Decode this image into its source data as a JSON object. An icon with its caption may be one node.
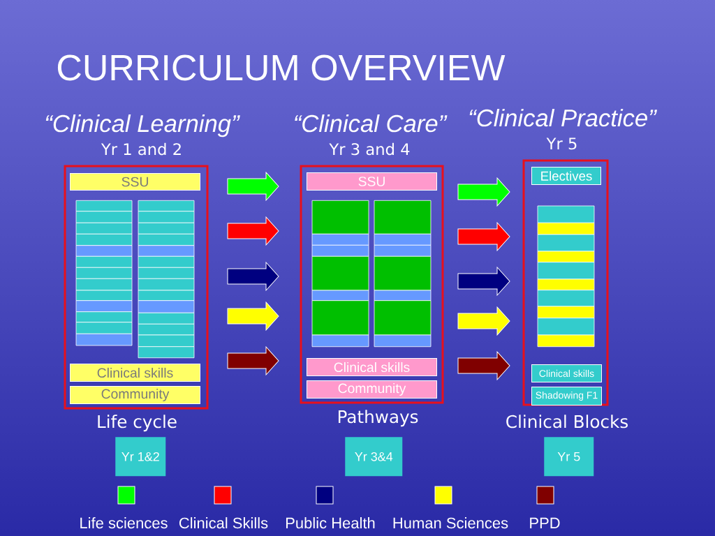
{
  "diagram": {
    "title": "CURRICULUM OVERVIEW",
    "nodes": [
      {
        "text": [
          "“Clinical Learning”",
          "Yr 1 and 2"
        ]
      },
      {
        "text": [
          "SSU"
        ],
        "in": 0
      },
      {
        "text": [
          "Clinical skills"
        ],
        "in": 0
      },
      {
        "text": [
          "Community"
        ],
        "in": 0
      },
      {
        "text": [
          "“Clinical Care”",
          "Yr 3 and 4"
        ]
      },
      {
        "text": [
          "SSU"
        ],
        "in": 4
      },
      {
        "text": [
          "Clinical skills"
        ],
        "in": 4
      },
      {
        "text": [
          "Community"
        ],
        "in": 4
      },
      {
        "text": [
          "“Clinical Practice”",
          "Yr 5"
        ]
      },
      {
        "text": [
          "Electives"
        ],
        "in": 8
      },
      {
        "text": [
          "Clinical skills"
        ],
        "in": 8
      },
      {
        "text": [
          "Shadowing F1"
        ],
        "in": 8
      },
      {
        "text": [
          "Yr 1&2"
        ]
      },
      {
        "text": [
          "Yr 3&4"
        ]
      },
      {
        "text": [
          "Yr 5"
        ]
      }
    ],
    "edges": [
      {
        "from": 0,
        "to": 4,
        "arrow": "to",
        "color": "#00ff00"
      },
      {
        "from": 0,
        "to": 4,
        "arrow": "to",
        "color": "#ff0000"
      },
      {
        "from": 0,
        "to": 4,
        "arrow": "to",
        "color": "#000080"
      },
      {
        "from": 0,
        "to": 4,
        "arrow": "to",
        "color": "#ffff00"
      },
      {
        "from": 0,
        "to": 4,
        "arrow": "to",
        "color": "#800000"
      },
      {
        "from": 4,
        "to": 8,
        "arrow": "to",
        "color": "#00ff00"
      },
      {
        "from": 4,
        "to": 8,
        "arrow": "to",
        "color": "#ff0000"
      },
      {
        "from": 4,
        "to": 8,
        "arrow": "to",
        "color": "#000080"
      },
      {
        "from": 4,
        "to": 8,
        "arrow": "to",
        "color": "#ffff00"
      },
      {
        "from": 4,
        "to": 8,
        "arrow": "to",
        "color": "#800000"
      }
    ],
    "labels": [
      "Life cycle",
      "Pathways",
      "Clinical Blocks"
    ],
    "legend": [
      {
        "text": "Life sciences",
        "color": "#00ff00"
      },
      {
        "text": "Clinical Skills",
        "color": "#ff0000"
      },
      {
        "text": "Public Health",
        "color": "#000080"
      },
      {
        "text": "Human Sciences",
        "color": "#ffff00"
      },
      {
        "text": "PPD",
        "color": "#800000"
      }
    ]
  }
}
